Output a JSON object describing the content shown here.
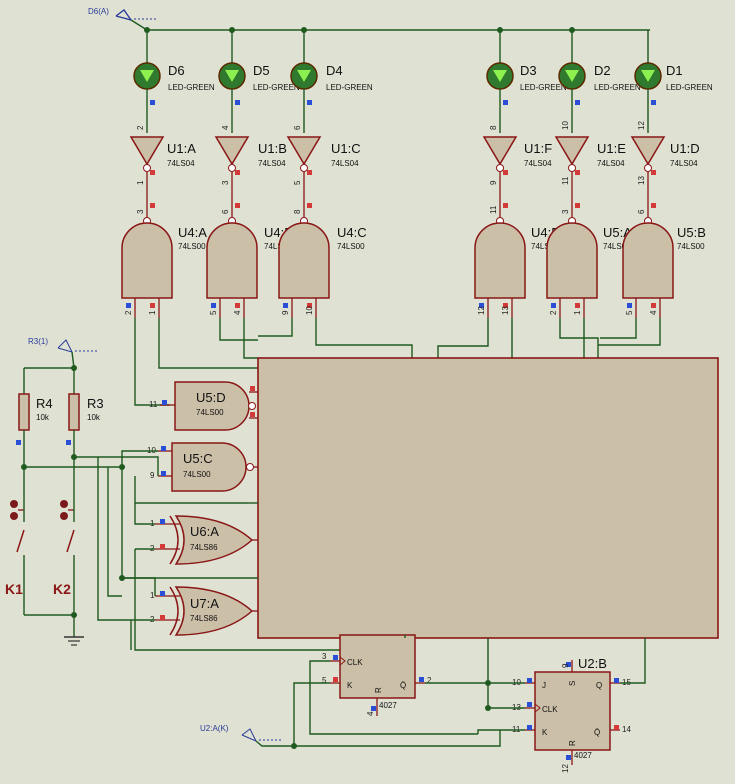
{
  "terminals": {
    "d6": "D6(A)",
    "r3": "R3(1)",
    "u2a": "U2:A(K)"
  },
  "leds": [
    {
      "ref": "D6",
      "value": "LED-GREEN",
      "pin": "2"
    },
    {
      "ref": "D5",
      "value": "LED-GREEN",
      "pin": "4"
    },
    {
      "ref": "D4",
      "value": "LED-GREEN",
      "pin": "6"
    },
    {
      "ref": "D3",
      "value": "LED-GREEN",
      "pin": "8"
    },
    {
      "ref": "D2",
      "value": "LED-GREEN",
      "pin": "10"
    },
    {
      "ref": "D1",
      "value": "LED-GREEN",
      "pin": "12"
    }
  ],
  "inverters": [
    {
      "ref": "U1:A",
      "type": "74LS04",
      "out": "1"
    },
    {
      "ref": "U1:B",
      "type": "74LS04",
      "out": "3"
    },
    {
      "ref": "U1:C",
      "type": "74LS04",
      "out": "5"
    },
    {
      "ref": "U1:F",
      "type": "74LS04",
      "out": "9"
    },
    {
      "ref": "U1:E",
      "type": "74LS04",
      "out": "11"
    },
    {
      "ref": "U1:D",
      "type": "74LS04",
      "out": "13"
    }
  ],
  "nand_top": [
    {
      "ref": "U4:A",
      "type": "74LS00",
      "out": "3",
      "in1": "2",
      "in2": "1"
    },
    {
      "ref": "U4:B",
      "type": "74LS00",
      "out": "6",
      "in1": "5",
      "in2": "4"
    },
    {
      "ref": "U4:C",
      "type": "74LS00",
      "out": "8",
      "in1": "9",
      "in2": "10"
    },
    {
      "ref": "U4:D",
      "type": "74LS00",
      "out": "11",
      "in1": "12",
      "in2": "13"
    },
    {
      "ref": "U5:A",
      "type": "74LS00",
      "out": "3",
      "in1": "2",
      "in2": "1"
    },
    {
      "ref": "U5:B",
      "type": "74LS00",
      "out": "6",
      "in1": "5",
      "in2": "4"
    }
  ],
  "left_gates": [
    {
      "ref": "U5:D",
      "type": "74LS00",
      "pin": "11"
    },
    {
      "ref": "U5:C",
      "type": "74LS00",
      "pin_a": "10",
      "pin_b": "9"
    },
    {
      "ref": "U6:A",
      "type": "74LS86",
      "pin_a": "1",
      "pin_b": "2"
    },
    {
      "ref": "U7:A",
      "type": "74LS86",
      "pin_a": "1",
      "pin_b": "2"
    }
  ],
  "resistors": [
    {
      "ref": "R4",
      "value": "10k"
    },
    {
      "ref": "R3",
      "value": "10k"
    }
  ],
  "switches": [
    {
      "ref": "K1"
    },
    {
      "ref": "K2"
    }
  ],
  "flipflop_a": {
    "part": "4027",
    "clk_pin": "3",
    "k_pin": "5",
    "qbar_pin": "2",
    "r_pin": "4",
    "clk": "CLK",
    "k": "K",
    "r": "R",
    "qbar": "Q̄"
  },
  "flipflop_b": {
    "ref": "U2:B",
    "part": "4027",
    "j_pin": "10",
    "clk_pin": "13",
    "k_pin": "11",
    "q_pin": "15",
    "qbar_pin": "14",
    "s_pin": "9",
    "r_pin": "12",
    "j": "J",
    "clk": "CLK",
    "k": "K",
    "s": "S",
    "r": "R",
    "q": "Q",
    "qbar": "Q̄"
  }
}
